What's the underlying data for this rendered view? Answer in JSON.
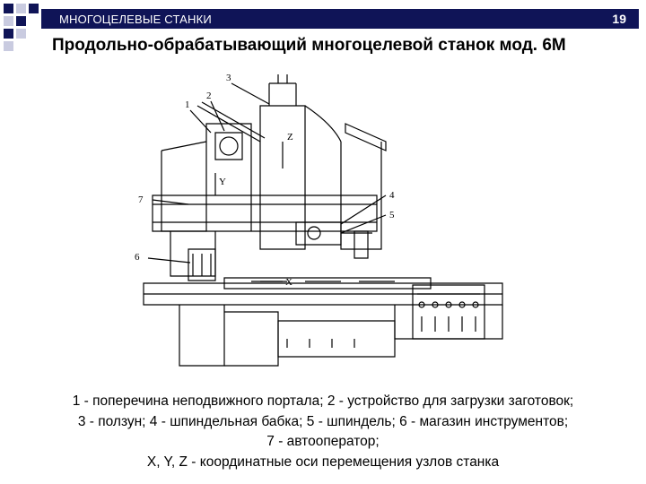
{
  "header": {
    "section_title": "МНОГОЦЕЛЕВЫЕ СТАНКИ",
    "page_number": "19",
    "bar_color": "#0f1457"
  },
  "slide_title": "Продольно-обрабатывающий многоцелевой станок мод. 6М",
  "figure": {
    "labels": [
      "1",
      "2",
      "3",
      "4",
      "5",
      "6",
      "7"
    ],
    "axis_labels": [
      "Z",
      "Y",
      "X"
    ]
  },
  "caption": {
    "lines": [
      "1 - поперечина неподвижного портала; 2 - устройство для загрузки заготовок;",
      "3 - ползун; 4 - шпиндельная бабка; 5 - шпиндель; 6 - магазин инструментов;",
      "7 - автооператор;",
      "X, Y, Z - координатные оси перемещения узлов станка"
    ]
  }
}
